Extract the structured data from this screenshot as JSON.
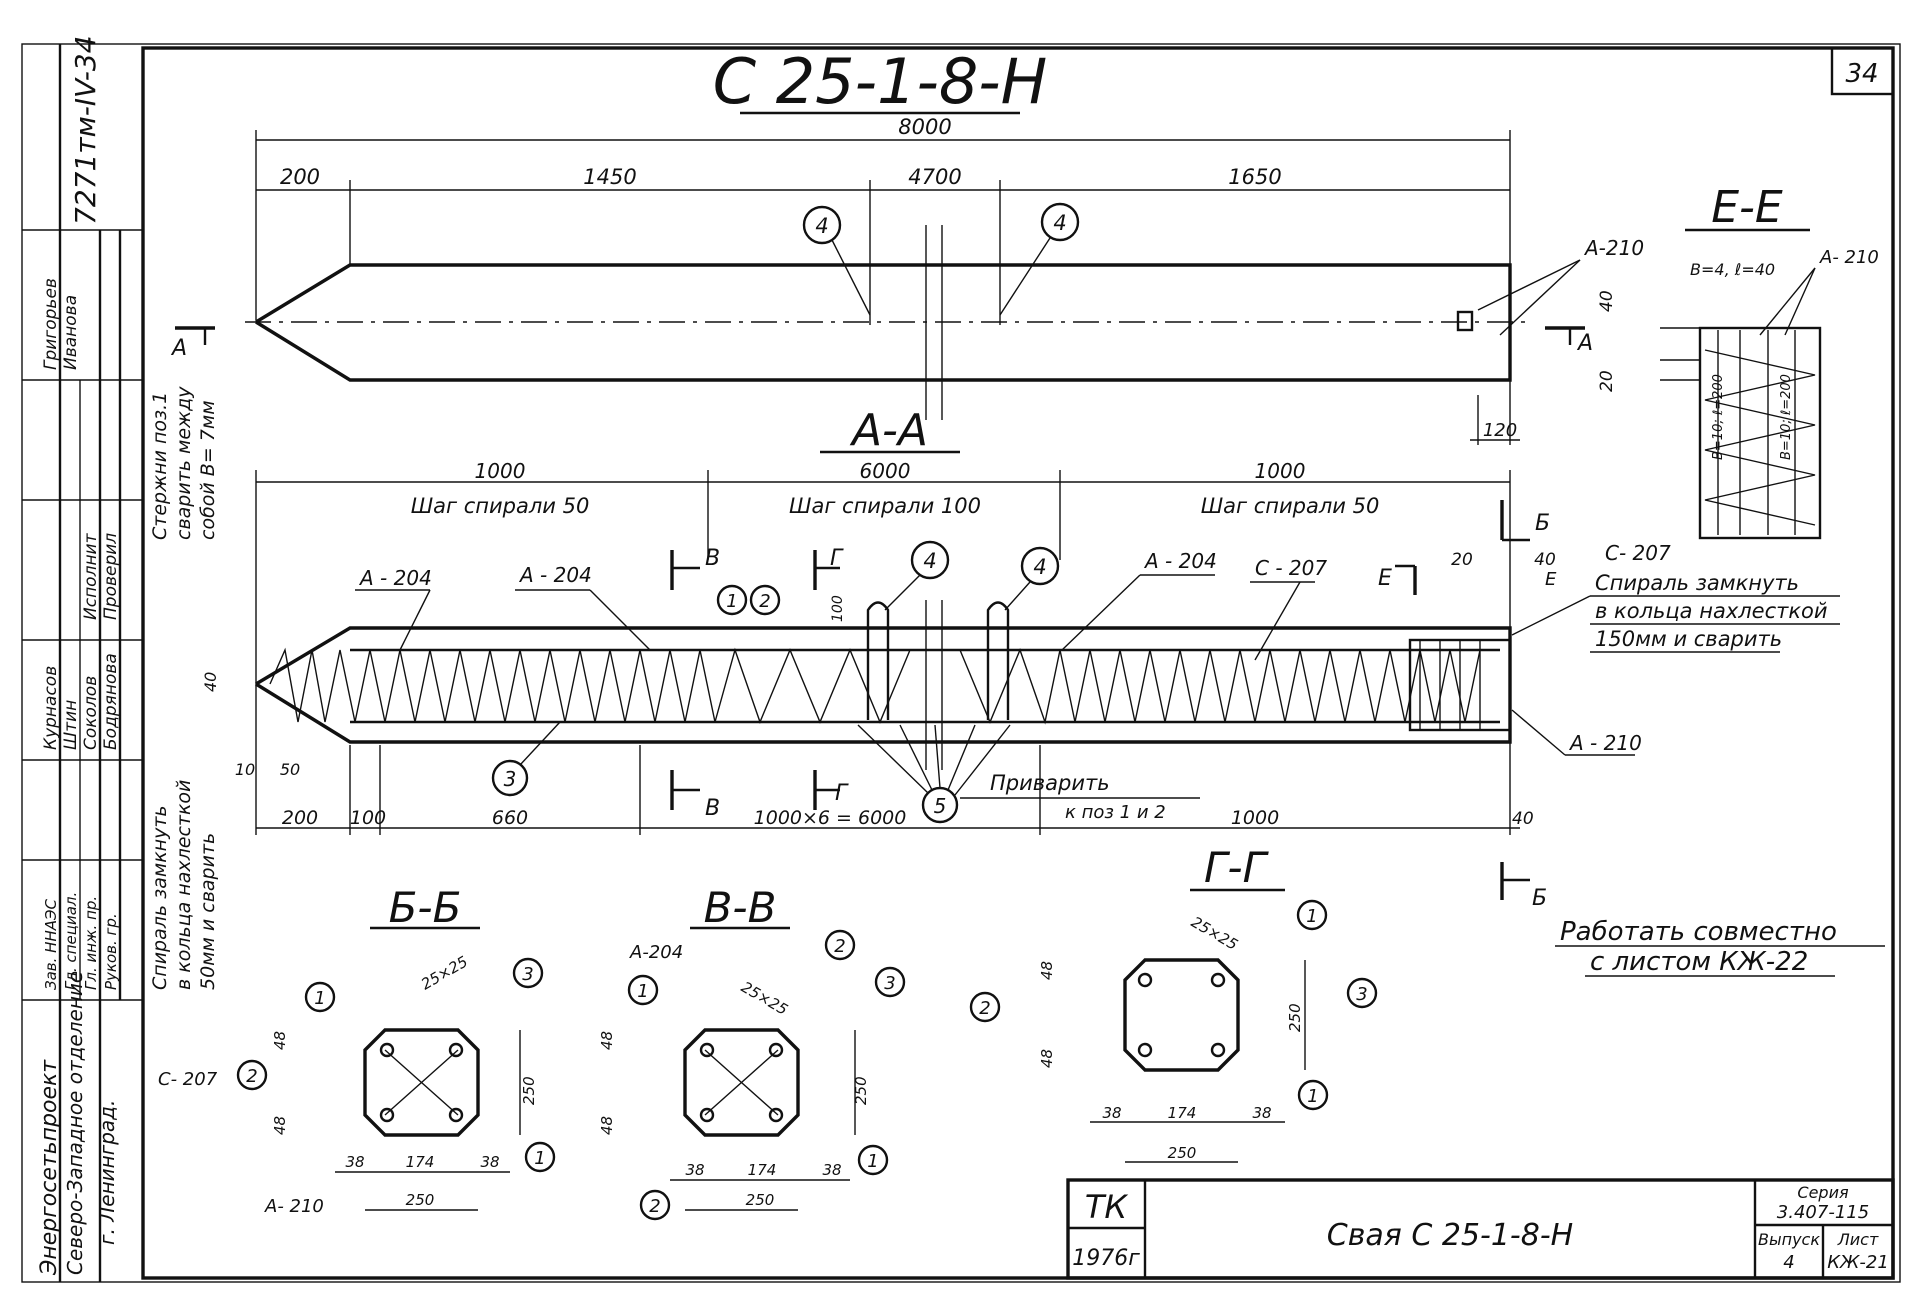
{
  "title": "С 25-1-8-Н",
  "sheet_number": "34",
  "archive_number": "7271тм-IV-34",
  "stamp_left": {
    "roles": [
      "Исполнит",
      "Проверил",
      "Зав. ННАЭС",
      "Гл. специал.",
      "Гл. инж. пр.",
      "Руков. гр."
    ],
    "names": [
      "Григорьев",
      "Иванова",
      "Курнасов",
      "Штин",
      "Соколов",
      "Бодрянова"
    ]
  },
  "org": {
    "line1": "Энергосетьпроект",
    "line2": "Северо-Западное отделение",
    "line3": "г. Ленинград."
  },
  "notes": {
    "rods": [
      "Стержни поз.1",
      "сварить между",
      "собой В= 7мм"
    ],
    "spiral_tip": [
      "Спираль замкнуть",
      "в кольца нахлесткой",
      "50мм и сварить"
    ],
    "spiral_head": [
      "Спираль замкнуть",
      "в кольца нахлесткой",
      "150мм и сварить"
    ],
    "weld": [
      "Приварить",
      "к поз 1 и 2"
    ],
    "joint": [
      "Работать совместно",
      "с листом КЖ-22"
    ]
  },
  "elevation": {
    "dims_total": "8000",
    "dims": [
      "200",
      "1450",
      "4700",
      "1650"
    ],
    "right_dim": "120",
    "labels": [
      "А-210",
      "А",
      "А",
      "4",
      "4"
    ]
  },
  "section_aa": {
    "title": "А-А",
    "top_dims": [
      "1000",
      "6000",
      "1000"
    ],
    "pitch": [
      "Шаг спирали 50",
      "Шаг спирали 100",
      "Шаг спирали 50"
    ],
    "bottom_dims": [
      "200",
      "100",
      "660",
      "1000×6 = 6000",
      "1000",
      "40"
    ],
    "small_dims": [
      "10",
      "50",
      "40",
      "100",
      "20",
      "40"
    ],
    "cut_labels": [
      "В",
      "В",
      "Г",
      "Г",
      "Б",
      "Б",
      "Е",
      "Е"
    ],
    "markers": [
      "1",
      "2",
      "3",
      "4",
      "4",
      "5"
    ],
    "leaders": [
      "А - 204",
      "А - 204",
      "А - 204",
      "С - 207",
      "А - 210"
    ]
  },
  "section_bb": {
    "title": "Б-Б",
    "dims": [
      "48",
      "48",
      "25×25",
      "250",
      "38",
      "174",
      "38",
      "250"
    ],
    "labels": [
      "С- 207",
      "А- 210",
      "1",
      "2",
      "3",
      "1"
    ]
  },
  "section_vv": {
    "title": "В-В",
    "dims": [
      "48",
      "48",
      "25×25",
      "250",
      "38",
      "174",
      "38",
      "250"
    ],
    "labels": [
      "А-204",
      "1",
      "2",
      "3",
      "1",
      "2"
    ]
  },
  "section_gg": {
    "title": "Г-Г",
    "dims": [
      "48",
      "48",
      "25×25",
      "250",
      "38",
      "174",
      "38",
      "250"
    ],
    "labels": [
      "1",
      "2",
      "3",
      "1"
    ]
  },
  "section_ee": {
    "title": "Е-Е",
    "dims": [
      "40",
      "20"
    ],
    "labels": [
      "В=4, ℓ=40",
      "А- 210",
      "С- 207",
      "В=10; ℓ=200",
      "В=10; ℓ=200"
    ]
  },
  "titleblock": {
    "code": "ТК",
    "year": "1976г",
    "name": "Свая С 25-1-8-Н",
    "series_label": "Серия",
    "series": "3.407-115",
    "issue_label": "Выпуск",
    "issue": "4",
    "sheet_label": "Лист",
    "sheet": "КЖ-21"
  }
}
